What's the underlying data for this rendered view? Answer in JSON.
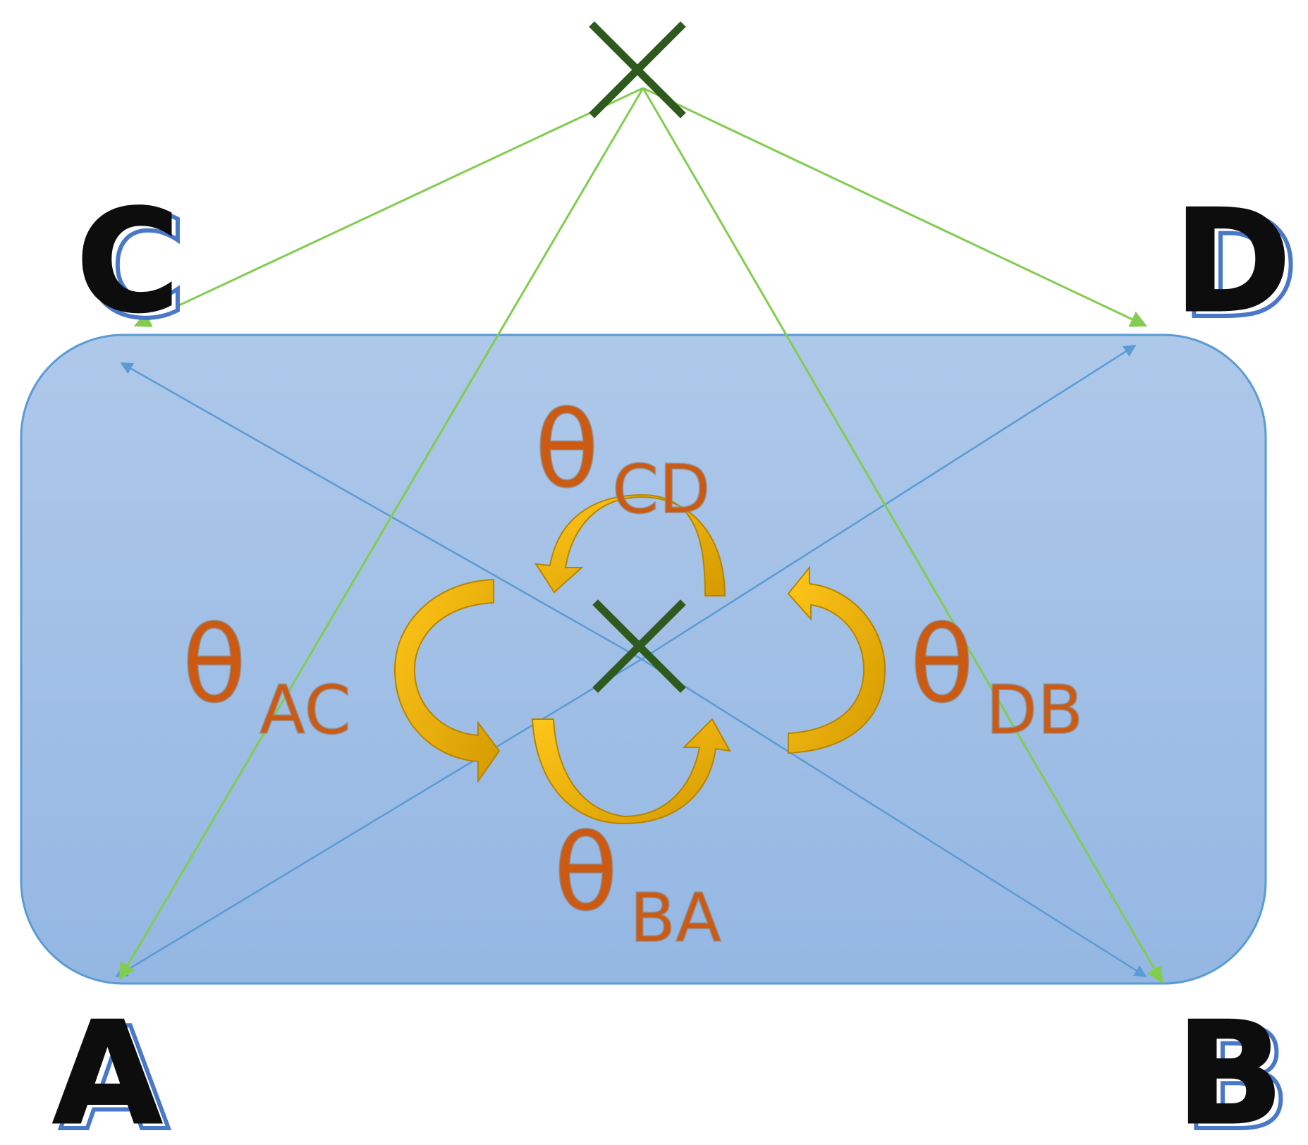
{
  "colors": {
    "panel_fill_top": "#aec8e9",
    "panel_fill_bottom": "#94b7e3",
    "panel_border": "#5b9bd5",
    "blue_line": "#5b9bd5",
    "green_line": "#82cc50",
    "x_marker": "#2f5a1e",
    "label_fill": "#0d0d0d",
    "label_shadow": "#4a78c8",
    "theta_color": "#cc5a12",
    "arrow_fill": "#f3b800",
    "arrow_edge": "#b58500"
  },
  "corners": {
    "a": "A",
    "b": "B",
    "c": "C",
    "d": "D"
  },
  "angles": {
    "cd": {
      "symbol": "θ",
      "subscript": "CD"
    },
    "ac": {
      "symbol": "θ",
      "subscript": "AC"
    },
    "db": {
      "symbol": "θ",
      "subscript": "DB"
    },
    "ba": {
      "symbol": "θ",
      "subscript": "BA"
    }
  },
  "icons": {
    "top_marker": "x-marker-icon",
    "center_marker": "x-marker-icon",
    "rotation_arrows": "curved-arrow-icon"
  }
}
